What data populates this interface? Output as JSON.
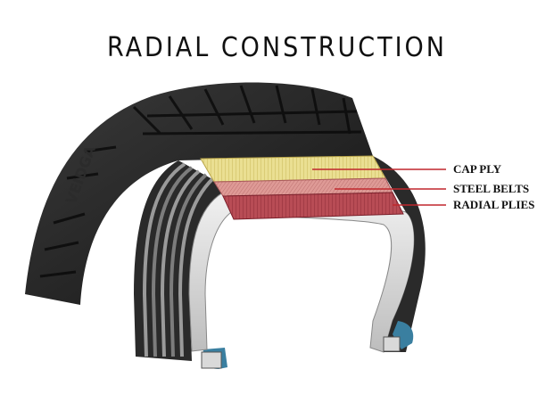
{
  "title": "RADIAL CONSTRUCTION",
  "labels": {
    "cap_ply": "CAP PLY",
    "steel_belts": "STEEL BELTS",
    "radial_plies": "RADIAL PLIES"
  },
  "colors": {
    "cap_ply": "#e8dc8a",
    "steel_belts": "#d88a8a",
    "radial_plies": "#b8444e",
    "leader_line": "#c0272d",
    "bead": "#3a7fa0"
  }
}
